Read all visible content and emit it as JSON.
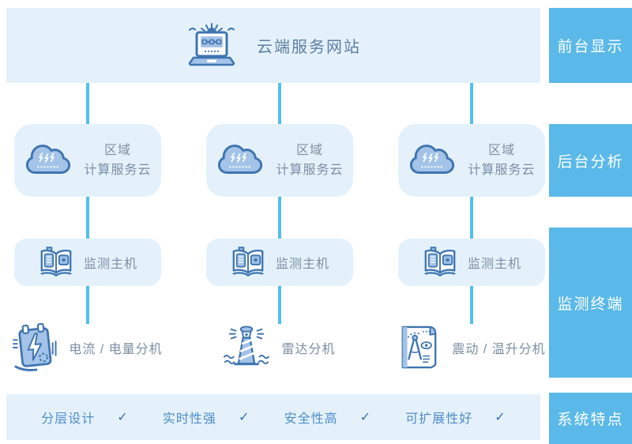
{
  "header": {
    "title": "云端服务网站",
    "icon": "laptop-network-icon"
  },
  "side_labels": [
    {
      "label": "前台显示"
    },
    {
      "label": "后台分析"
    },
    {
      "label": "监测终端"
    },
    {
      "label": "系统特点"
    }
  ],
  "cloud_row": {
    "items": [
      {
        "icon": "rain-cloud-icon",
        "line1": "区域",
        "line2": "计算服务云"
      },
      {
        "icon": "rain-cloud-icon",
        "line1": "区域",
        "line2": "计算服务云"
      },
      {
        "icon": "rain-cloud-icon",
        "line1": "区域",
        "line2": "计算服务云"
      }
    ]
  },
  "host_row": {
    "items": [
      {
        "icon": "open-book-monitor-icon",
        "label": "监测主机"
      },
      {
        "icon": "open-book-monitor-icon",
        "label": "监测主机"
      },
      {
        "icon": "open-book-monitor-icon",
        "label": "监测主机"
      }
    ]
  },
  "device_row": {
    "items": [
      {
        "icon": "power-clipboard-icon",
        "label": "电流 / 电量分机"
      },
      {
        "icon": "lighthouse-icon",
        "label": "雷达分机"
      },
      {
        "icon": "compass-scroll-icon",
        "label": "震动 / 温升分机"
      }
    ]
  },
  "features": {
    "items": [
      {
        "label": "分层设计",
        "check": "✓"
      },
      {
        "label": "实时性强",
        "check": "✓"
      },
      {
        "label": "安全性高",
        "check": "✓"
      },
      {
        "label": "可扩展性好",
        "check": "✓"
      }
    ]
  },
  "colors": {
    "panel_bg": "#E4F1FB",
    "side_label_bg": "#5AB9E8",
    "connector": "#4EC0F0",
    "icon_stroke": "#3E74B0",
    "icon_fill": "#A3C3E8",
    "title_text": "#5C7E9F",
    "node_text": "#7D8EA3",
    "feature_text": "#4E8CC9",
    "check_color": "#3B71B4"
  }
}
